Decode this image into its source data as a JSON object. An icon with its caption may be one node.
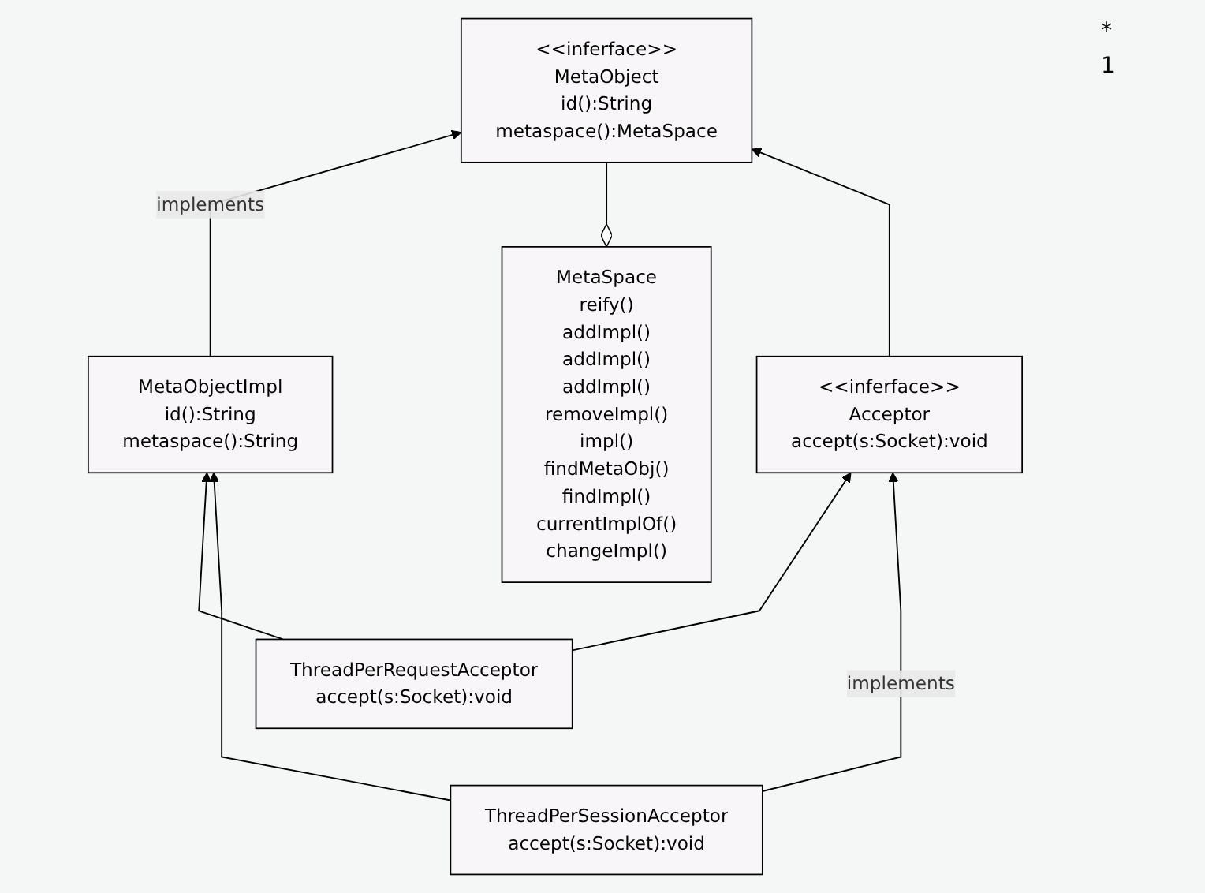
{
  "diagram": {
    "nodes": [
      {
        "text": [
          "<<inferface>>",
          "MetaObject",
          "id():String",
          "metaspace():MetaSpace"
        ]
      },
      {
        "text": [
          "MetaObjectImpl",
          "id():String",
          "metaspace():String"
        ]
      },
      {
        "text": [
          "MetaSpace",
          "reify()",
          "addImpl()",
          "addImpl()",
          "addImpl()",
          "removeImpl()",
          "impl()",
          "findMetaObj()",
          "findImpl()",
          "currentImplOf()",
          "changeImpl()"
        ]
      },
      {
        "text": [
          "<<inferface>>",
          "Acceptor",
          "accept(s:Socket):void"
        ]
      },
      {
        "text": [
          "ThreadPerRequestAcceptor",
          "accept(s:Socket):void"
        ]
      },
      {
        "text": [
          "ThreadPerSessionAcceptor",
          "accept(s:Socket):void"
        ]
      }
    ],
    "edges": [
      {
        "from": 1,
        "to": 0,
        "arrow": "to",
        "label": "implements"
      },
      {
        "from": 2,
        "to": 0,
        "arrow": "other"
      },
      {
        "from": 3,
        "to": 0,
        "arrow": "to"
      },
      {
        "from": 4,
        "to": 1,
        "arrow": "to"
      },
      {
        "from": 4,
        "to": 3,
        "arrow": "to"
      },
      {
        "from": 5,
        "to": 3,
        "arrow": "to",
        "label": "implements"
      },
      {
        "from": 5,
        "to": 1,
        "arrow": "to"
      }
    ],
    "labels": [
      "*",
      "1"
    ]
  }
}
